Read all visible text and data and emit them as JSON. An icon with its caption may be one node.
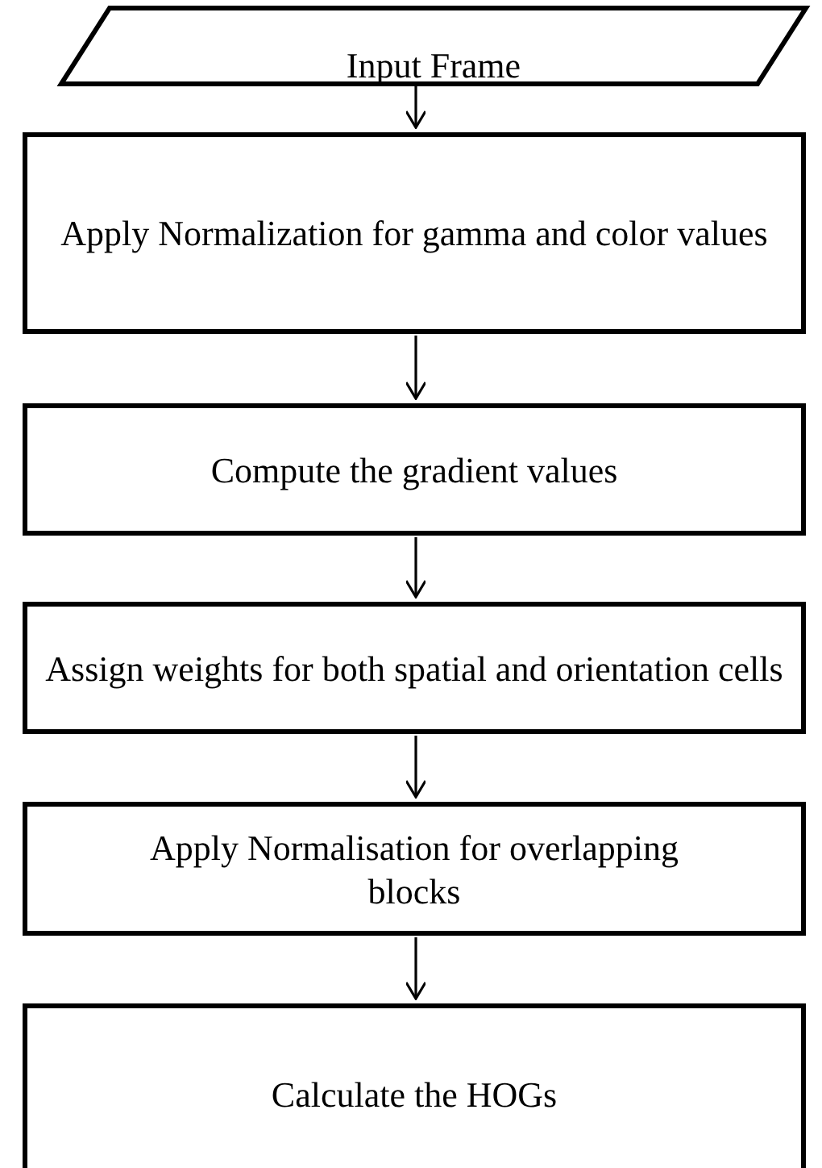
{
  "diagram": {
    "nodes": [
      {
        "text": [
          "Input Frame"
        ]
      },
      {
        "text": [
          "Apply Normalization for gamma and color values"
        ]
      },
      {
        "text": [
          "Compute the gradient values"
        ]
      },
      {
        "text": [
          "Assign weights for both spatial and orientation cells"
        ]
      },
      {
        "text": [
          "Apply Normalisation for overlapping blocks"
        ]
      },
      {
        "text": [
          "Calculate the HOGs"
        ]
      }
    ],
    "edges": [
      {
        "from": 0,
        "to": 1,
        "arrow": "to"
      },
      {
        "from": 1,
        "to": 2,
        "arrow": "to"
      },
      {
        "from": 2,
        "to": 3,
        "arrow": "to"
      },
      {
        "from": 3,
        "to": 4,
        "arrow": "to"
      },
      {
        "from": 4,
        "to": 5,
        "arrow": "to"
      }
    ]
  }
}
